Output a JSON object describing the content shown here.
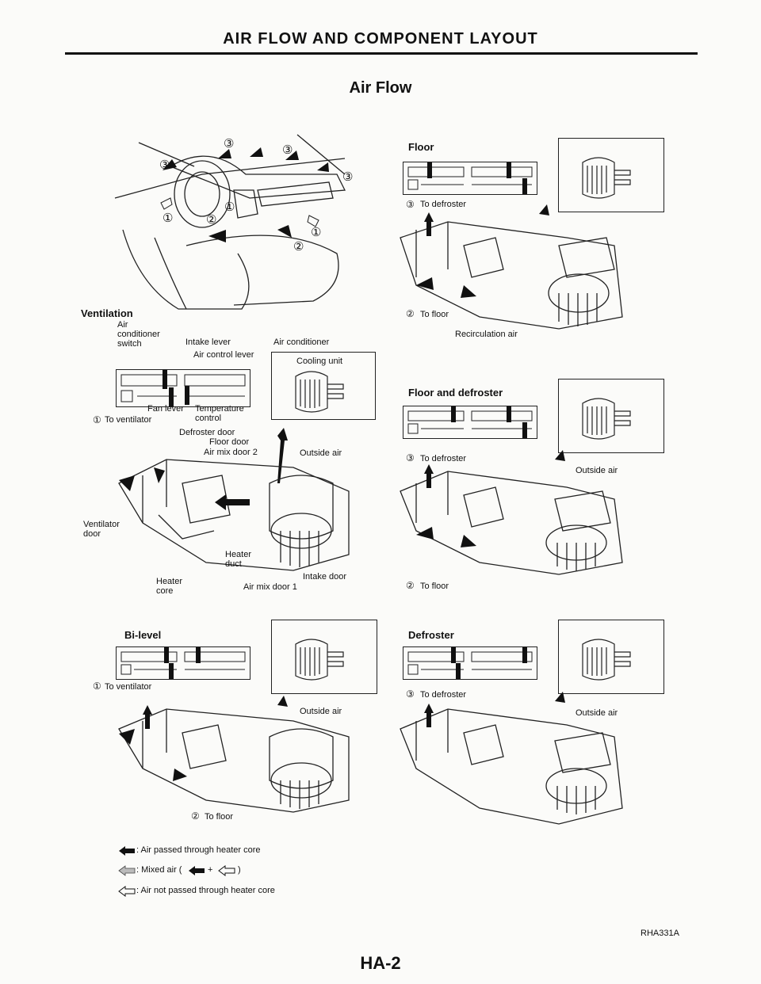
{
  "header": {
    "title": "AIR FLOW AND COMPONENT LAYOUT",
    "subtitle": "Air Flow"
  },
  "ventilation": {
    "title": "Ventilation",
    "labels": {
      "ac_switch": "Air\nconditioner\nswitch",
      "intake_lever": "Intake lever",
      "air_control_lever": "Air control lever",
      "air_conditioner": "Air conditioner",
      "cooling_unit": "Cooling unit",
      "fan_lever": "Fan lever",
      "temperature_control": "Temperature\ncontrol",
      "to_ventilator": "To ventilator",
      "defroster_door": "Defroster door",
      "floor_door": "Floor door",
      "air_mix_door_2": "Air mix door 2",
      "outside_air": "Outside air",
      "ventilator_door": "Ventilator\ndoor",
      "heater_duct": "Heater\nduct",
      "intake_door": "Intake door",
      "heater_core": "Heater\ncore",
      "air_mix_door_1": "Air mix door 1"
    }
  },
  "floor": {
    "title": "Floor",
    "to_defroster": "To defroster",
    "to_floor": "To floor",
    "recirculation": "Recirculation air"
  },
  "floor_defroster": {
    "title": "Floor and defroster",
    "to_defroster": "To defroster",
    "to_floor": "To floor",
    "outside_air": "Outside air"
  },
  "bilevel": {
    "title": "Bi-level",
    "to_ventilator": "To ventilator",
    "to_floor": "To floor",
    "outside_air": "Outside air"
  },
  "defroster": {
    "title": "Defroster",
    "to_defroster": "To defroster",
    "outside_air": "Outside air"
  },
  "outlets": {
    "one": "①",
    "two": "②",
    "three": "③"
  },
  "legend": {
    "heater": ": Air passed through heater core",
    "mixed": ": Mixed air (",
    "mixed_end": ")",
    "plus": "+",
    "cold": ": Air not passed through heater core"
  },
  "footer": {
    "page": "HA-2",
    "code": "RHA331A"
  }
}
